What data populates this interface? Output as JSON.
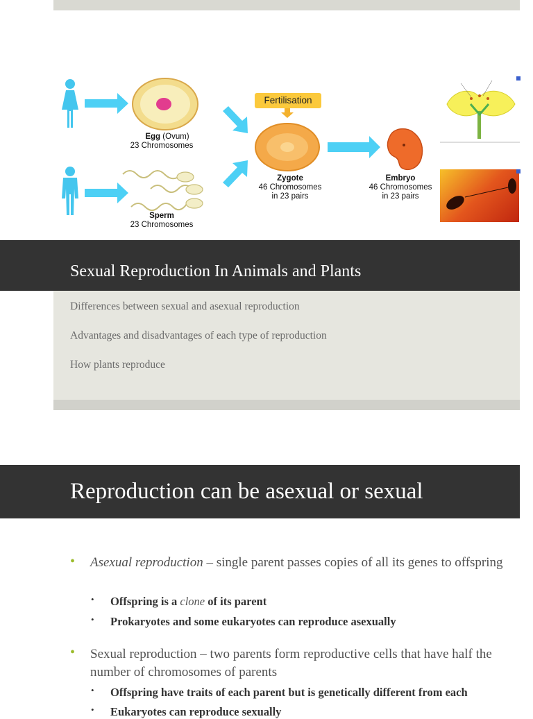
{
  "diagram": {
    "egg_bold": "Egg",
    "egg_rest": " (Ovum)",
    "egg_chromosomes": "23 Chromosomes",
    "sperm_label": "Sperm",
    "sperm_chromosomes": "23 Chromosomes",
    "fertilisation_label": "Fertilisation",
    "zygote_label": "Zygote",
    "zygote_line1": "46 Chromosomes",
    "zygote_line2": "in 23 pairs",
    "embryo_label": "Embryo",
    "embryo_line1": "46 Chromosomes",
    "embryo_line2": "in 23 pairs",
    "colors": {
      "arrow": "#4dd0f5",
      "figure": "#44c6ee",
      "fertilisation_box": "#fbc93c"
    }
  },
  "slide1": {
    "title": "Sexual Reproduction In Animals and Plants",
    "items": [
      "Differences between sexual and asexual reproduction",
      "Advantages and disadvantages of each type of reproduction",
      "How plants reproduce"
    ]
  },
  "slide2": {
    "title": "Reproduction can be asexual or sexual",
    "b1_italic": "Asexual reproduction",
    "b1_rest": " – single parent passes copies of all its genes to offspring",
    "b1_sub1_pre": "Offspring is a ",
    "b1_sub1_italic": "clone",
    "b1_sub1_post": " of its parent",
    "b1_sub2": "Prokaryotes and some eukaryotes can reproduce asexually",
    "b2": "Sexual reproduction – two parents form reproductive cells that have half the number of chromosomes of parents",
    "b2_sub1": "Offspring have traits of each parent but is genetically different from each",
    "b2_sub2": "Eukaryotes can reproduce sexually",
    "bullet_color": "#9bbb2b"
  }
}
